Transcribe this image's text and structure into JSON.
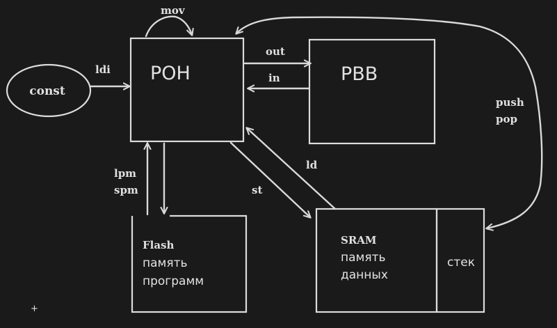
{
  "nodes": {
    "const": "const",
    "roh": "РОН",
    "rvv": "РВВ",
    "flash": [
      "Flash",
      "память",
      "программ"
    ],
    "sram": [
      "SRAM",
      "память",
      "данных"
    ],
    "stack": "стек"
  },
  "edges": {
    "mov": "mov",
    "ldi": "ldi",
    "out": "out",
    "in": "in",
    "push": "push",
    "pop": "pop",
    "ld": "ld",
    "st": "st",
    "lpm": "lpm",
    "spm": "spm"
  },
  "marker": "+",
  "colors": {
    "background": "#1a1a1a",
    "ink": "#dcdcdc"
  }
}
